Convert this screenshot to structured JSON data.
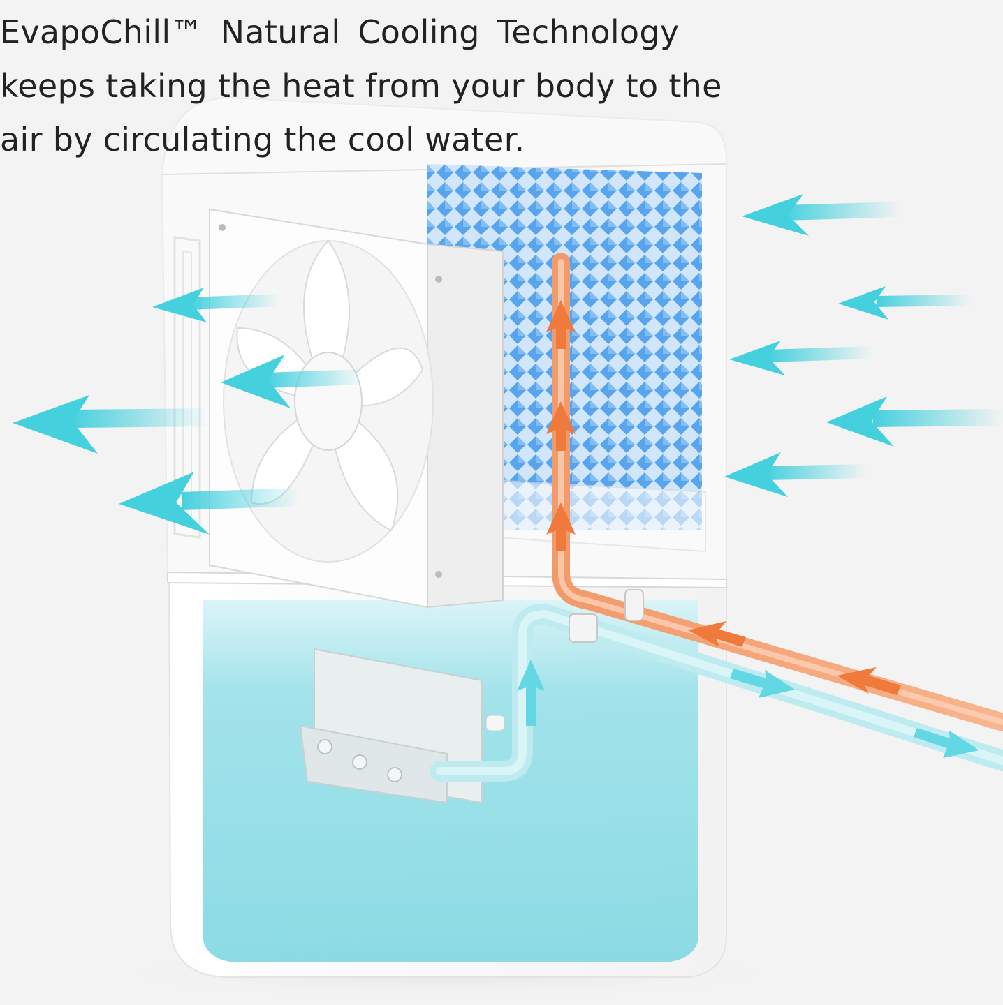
{
  "caption": {
    "line1": "EvapoChill™ Natural  Cooling  Technology",
    "line2": "keeps taking the heat from your body to the",
    "line3": "air by circulating the cool water."
  },
  "colors": {
    "background": "#f3f3f3",
    "housing": "#ffffff",
    "water": "#8fdde6",
    "cool_pad": "#5aa8ee",
    "air_arrow": "#45d0de",
    "hot_pipe": "#f07a3c",
    "cold_pipe": "#9ee6ee"
  },
  "icons": [
    "air-flow-arrow",
    "fan-icon",
    "water-flow-arrow",
    "hot-flow-arrow"
  ]
}
